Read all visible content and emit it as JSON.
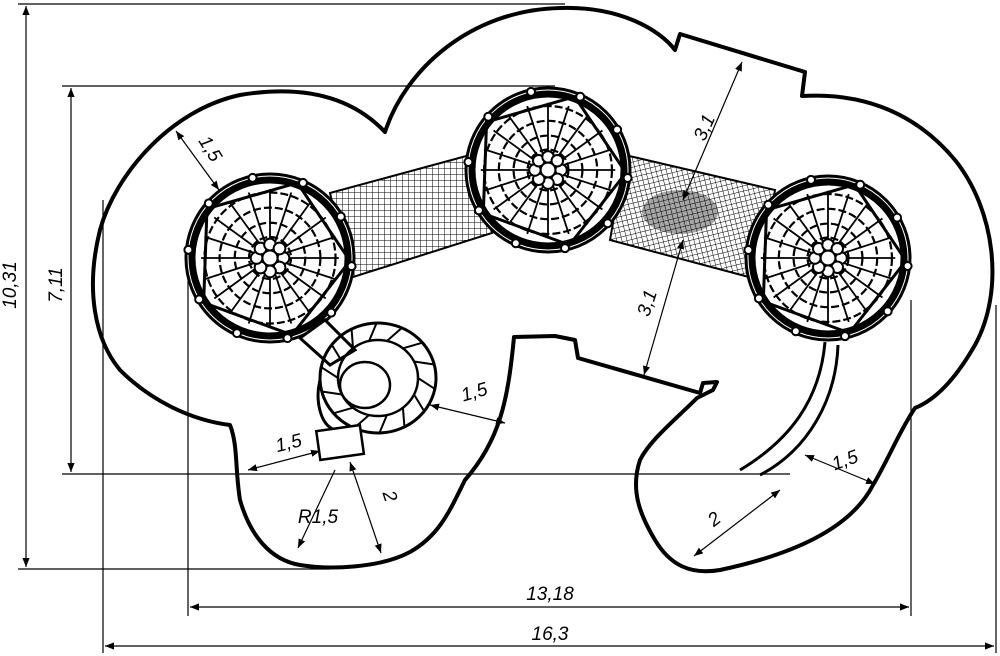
{
  "drawing": {
    "line_color": "#000000",
    "background": "#ffffff",
    "dimensions": {
      "total_height": "10,31",
      "inner_height": "7,11",
      "total_width": "16,3",
      "inner_width": "13,18",
      "zone_left_top": "1,5",
      "zone_right_upper": "3,1",
      "zone_right_lower": "3,1",
      "zone_slide_right": "1,5",
      "zone_left_mid": "1,5",
      "zone_right_slide2": "1,5",
      "zone_bottom_left": "2",
      "zone_bottom_right": "2",
      "radius": "R1,5"
    }
  }
}
